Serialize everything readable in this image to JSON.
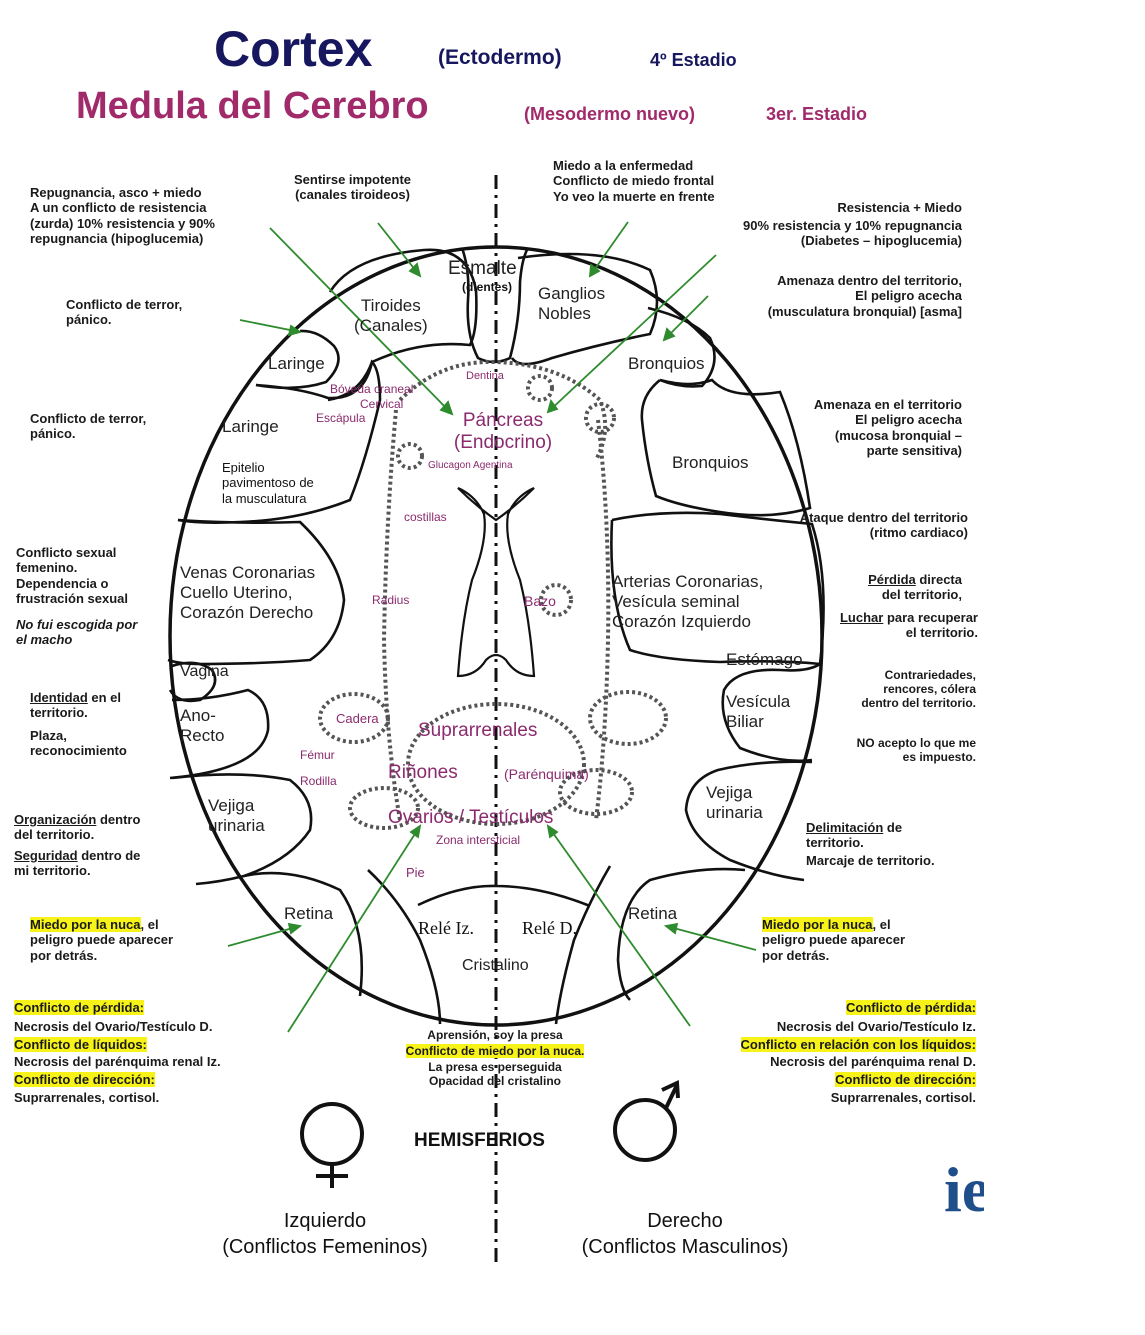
{
  "title": {
    "cortex": "Cortex",
    "cortex_sub": "(Ectodermo)",
    "cortex_stage": "4º Estadio",
    "medula": "Medula del Cerebro",
    "medula_sub": "(Mesodermo nuevo)",
    "medula_stage": "3er. Estadio"
  },
  "colors": {
    "title_blue": "#16175e",
    "title_magenta": "#a02a6a",
    "organ": "#8b2b6e",
    "arrow": "#2e8b2e",
    "highlight": "#f7f319",
    "logo": "#1f4f8a"
  },
  "top_notes": {
    "impotente": "Sentirse impotente\n(canales tiroideos)",
    "miedo_enfermedad": "Miedo a la enfermedad\nConflicto de miedo frontal\nYo veo la muerte en frente"
  },
  "left_notes": {
    "repugnancia": "Repugnancia, asco + miedo\nA un conflicto de resistencia\n(zurda) 10% resistencia y 90%\nrepugnancia (hipoglucemia)",
    "terror1": "Conflicto de terror,\npánico.",
    "terror2": "Conflicto de terror,\npánico.",
    "sexual": "Conflicto sexual\nfemenino.\nDependencia o\nfrustración sexual",
    "sexual_italic": "No fui escogida por\nel macho",
    "identidad_u": "Identidad",
    "identidad_rest": " en el\nterritorio.",
    "plaza": "Plaza,\nreconocimiento",
    "organizacion_u": "Organización",
    "organizacion_rest": " dentro\ndel territorio.",
    "seguridad_u": "Seguridad",
    "seguridad_rest": " dentro  de\nmi territorio.",
    "nuca_hl": "Miedo por la nuca",
    "nuca_rest": ", el\npeligro puede aparecer\npor detrás.",
    "perdida_hl": "Conflicto de pérdida:",
    "perdida_text": "Necrosis del Ovario/Testículo D.",
    "liquidos_hl": "Conflicto de líquidos:",
    "liquidos_text": "Necrosis del parénquima renal Iz.",
    "direccion_hl": "Conflicto de dirección:",
    "direccion_text": "Suprarrenales, cortisol."
  },
  "right_notes": {
    "resistencia_title": "Resistencia + Miedo",
    "resistencia": "90% resistencia y 10% repugnancia\n(Diabetes – hipoglucemia)",
    "amenaza_dentro": "Amenaza dentro del territorio,\nEl peligro acecha\n(musculatura bronquial) [asma]",
    "amenaza_en": "Amenaza en el territorio\nEl peligro acecha\n(mucosa bronquial –\nparte sensitiva)",
    "ataque": "Ataque dentro del territorio\n(ritmo cardiaco)",
    "perdida_u": "Pérdida",
    "perdida_rest": " directa\ndel territorio,",
    "luchar_u": "Luchar",
    "luchar_rest": " para recuperar\nel territorio.",
    "contrariedades": "Contrariedades,\nrencores, cólera\ndentro del territorio.",
    "no_acepto": "NO acepto lo que me\nes impuesto.",
    "delimitacion_u": "Delimitación",
    "delimitacion_rest": " de\nterritorio.",
    "marcaje": "Marcaje de territorio.",
    "nuca_hl": "Miedo por la nuca",
    "nuca_rest": ", el\npeligro puede aparecer\npor detrás.",
    "perdida_hl": "Conflicto de pérdida:",
    "perdida_text": "Necrosis del Ovario/Testículo Iz.",
    "liquidos_hl": "Conflicto en relación con los líquidos:",
    "liquidos_text": "Necrosis del parénquima renal D.",
    "direccion_hl": "Conflicto de dirección:",
    "direccion_text": "Suprarrenales, cortisol."
  },
  "bottom_center": {
    "aprension": "Aprensión, soy la presa",
    "nuca_hl": "Conflicto de miedo por la nuca.",
    "presa": "La presa es perseguida\nOpacidad del cristalino"
  },
  "brain_regions": {
    "esmalte": "Esmalte",
    "dientes": "(dientes)",
    "tiroides": "Tiroides\n(Canales)",
    "ganglios": "Ganglios\nNobles",
    "laringe_top": "Laringe",
    "bronquios_top": "Bronquios",
    "laringe": "Laringe",
    "epitelio": "Epitelio\npavimentoso de\nla musculatura",
    "bronquios": "Bronquios",
    "venas": "Venas Coronarias\nCuello Uterino,\nCorazón Derecho",
    "arterias": "Arterias Coronarias,\nVesícula seminal\nCorazón Izquierdo",
    "vagina": "Vagina",
    "estomago": "Estómago",
    "ano": "Ano-\nRecto",
    "vesicula": "Vesícula\nBiliar",
    "vejiga_l": "Vejiga\nurinaria",
    "vejiga_r": "Vejiga\nurinaria",
    "retina_l": "Retina",
    "retina_r": "Retina",
    "rele_iz": "Relé Iz.",
    "rele_d": "Relé D.",
    "cristalino": "Cristalino"
  },
  "medulla_organs": {
    "dentina": "Dentina",
    "boveda": "Bóveda craneal",
    "cervical": "Cervical",
    "escapula": "Escápula",
    "pancreas": "Páncreas\n(Endocrino)",
    "glucagon": "Glucagon Agentina",
    "costillas": "costillas",
    "radius": "Radius",
    "bazo": "Bazo",
    "cadera": "Cadera",
    "femur": "Fémur",
    "rodilla": "Rodilla",
    "suprarrenales": "Suprarrenales",
    "rinones": "Riñones",
    "parenquima": "(Parénquima)",
    "ovarios": "Ovarios / Testículos",
    "zona": "Zona intersticial",
    "pie": "Pie"
  },
  "footer": {
    "hemisferios": "HEMISFERIOS",
    "izquierdo": "Izquierdo",
    "izquierdo_sub": "(Conflictos Femeninos)",
    "derecho": "Derecho",
    "derecho_sub": "(Conflictos Masculinos)",
    "logo_text": "ie"
  },
  "icons": [
    "female-symbol-icon",
    "male-symbol-icon",
    "arrow-icon"
  ]
}
